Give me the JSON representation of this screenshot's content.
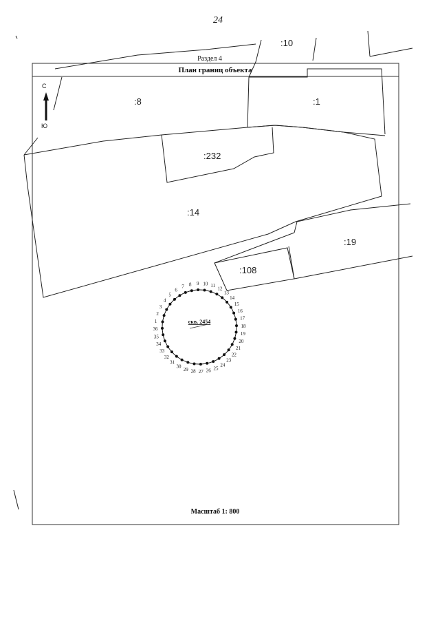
{
  "page": {
    "page_number": "24",
    "section_label": "Раздел 4",
    "title": "План границ объекта",
    "scale_label": "Масштаб 1: 800"
  },
  "compass": {
    "north": "С",
    "south": "Ю"
  },
  "parcels": [
    {
      "id": "p10",
      "label": ":10"
    },
    {
      "id": "p8",
      "label": ":8"
    },
    {
      "id": "p1",
      "label": ":1"
    },
    {
      "id": "p232",
      "label": ":232"
    },
    {
      "id": "p14",
      "label": ":14"
    },
    {
      "id": "p19",
      "label": ":19"
    },
    {
      "id": "p108",
      "label": ":108"
    }
  ],
  "object": {
    "label": "скв. 2454",
    "point_labels": [
      "1",
      "2",
      "3",
      "4",
      "5",
      "6",
      "7",
      "8",
      "9",
      "10",
      "11",
      "12",
      "13",
      "14",
      "15",
      "16",
      "17",
      "18",
      "19",
      "20",
      "21",
      "22",
      "23",
      "24",
      "25",
      "26",
      "27",
      "28",
      "29",
      "30",
      "31",
      "32",
      "33",
      "34",
      "35",
      "36"
    ]
  },
  "colors": {
    "ink": "#1a1a1a",
    "paper": "#ffffff"
  }
}
